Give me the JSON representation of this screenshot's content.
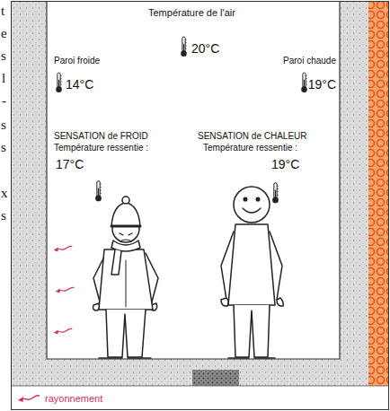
{
  "diagram": {
    "labels": [
      "Température de l'air",
      "20°C",
      "Paroi froide",
      "14°C",
      "Paroi chaude",
      "19°C",
      "SENSATION de FROID",
      "Température ressentie :",
      "17°C",
      "SENSATION de CHALEUR",
      "Température ressentie :",
      "19°C",
      "t",
      "e",
      "s",
      "l",
      "-",
      "s",
      "s",
      "x",
      "s"
    ],
    "legend": [
      {
        "text": "rayonnement"
      }
    ]
  }
}
